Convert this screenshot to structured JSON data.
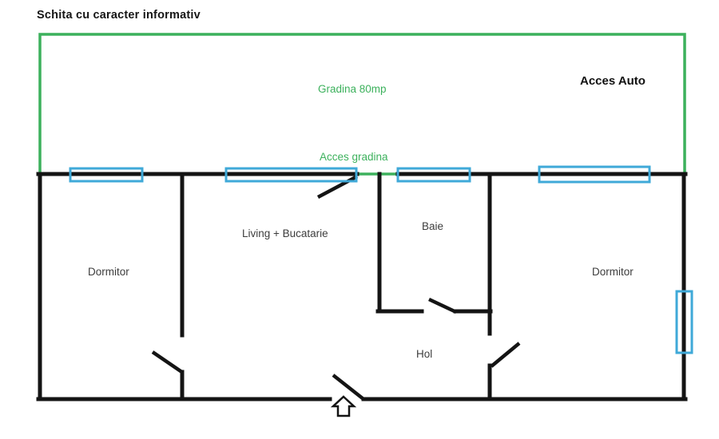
{
  "title": "Schita cu caracter informativ",
  "garden": {
    "label": "Gradina 80mp",
    "access_label": "Acces gradina",
    "auto_access_label": "Acces Auto"
  },
  "rooms": {
    "dormitor_left": "Dormitor",
    "living": "Living + Bucatarie",
    "baie": "Baie",
    "hol": "Hol",
    "dormitor_right": "Dormitor"
  },
  "icons": {
    "entrance_arrow": "entrance-direction-up"
  },
  "colors": {
    "background": "#ffffff",
    "garden_green": "#3cb15c",
    "window_blue": "#3fa9d8",
    "wall_black": "#141414",
    "label_gray": "#3d3d3d"
  }
}
